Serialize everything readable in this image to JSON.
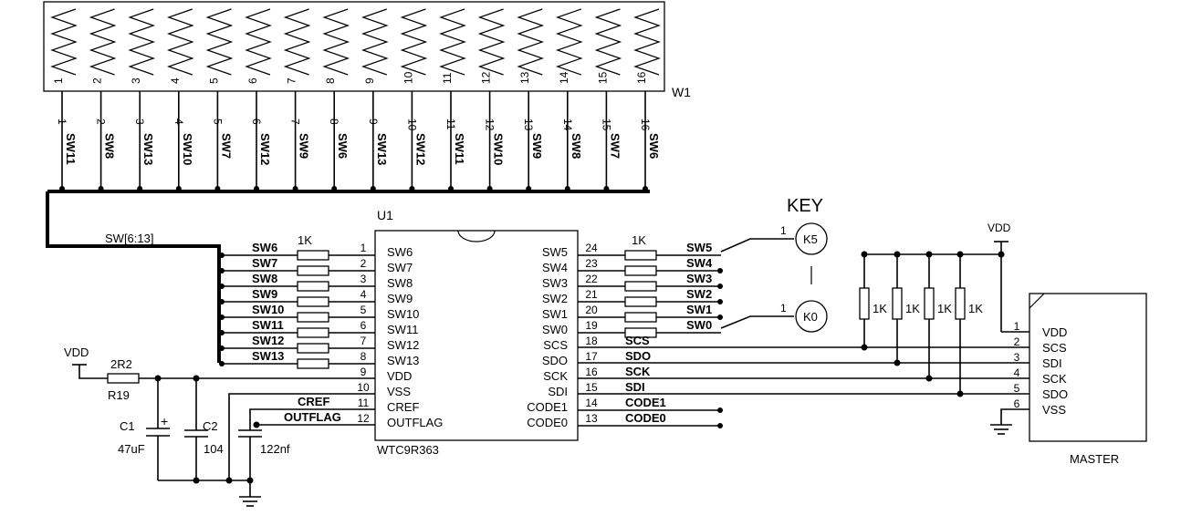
{
  "potentiometer": {
    "ref": "W1",
    "inner_pins": [
      "1",
      "2",
      "3",
      "4",
      "5",
      "6",
      "7",
      "8",
      "9",
      "10",
      "11",
      "12",
      "13",
      "14",
      "15",
      "16"
    ],
    "outer_pins": [
      "1",
      "2",
      "3",
      "4",
      "5",
      "6",
      "7",
      "8",
      "9",
      "10",
      "11",
      "12",
      "13",
      "14",
      "15",
      "16"
    ],
    "net_labels": [
      "SW11",
      "SW8",
      "SW13",
      "SW10",
      "SW7",
      "SW12",
      "SW9",
      "SW6",
      "SW13",
      "SW12",
      "SW11",
      "SW10",
      "SW9",
      "SW8",
      "SW7",
      "SW6"
    ]
  },
  "bus_label": "SW[6:13]",
  "chip": {
    "ref": "U1",
    "part": "WTC9R363",
    "left_pins": [
      {
        "num": "1",
        "name": "SW6",
        "net": "SW6"
      },
      {
        "num": "2",
        "name": "SW7",
        "net": "SW7"
      },
      {
        "num": "3",
        "name": "SW8",
        "net": "SW8"
      },
      {
        "num": "4",
        "name": "SW9",
        "net": "SW9"
      },
      {
        "num": "5",
        "name": "SW10",
        "net": "SW10"
      },
      {
        "num": "6",
        "name": "SW11",
        "net": "SW11"
      },
      {
        "num": "7",
        "name": "SW12",
        "net": "SW12"
      },
      {
        "num": "8",
        "name": "SW13",
        "net": "SW13"
      },
      {
        "num": "9",
        "name": "VDD",
        "net": ""
      },
      {
        "num": "10",
        "name": "VSS",
        "net": ""
      },
      {
        "num": "11",
        "name": "CREF",
        "net": "CREF"
      },
      {
        "num": "12",
        "name": "OUTFLAG",
        "net": "OUTFLAG"
      }
    ],
    "right_pins": [
      {
        "num": "24",
        "name": "SW5",
        "net": "SW5"
      },
      {
        "num": "23",
        "name": "SW4",
        "net": "SW4"
      },
      {
        "num": "22",
        "name": "SW3",
        "net": "SW3"
      },
      {
        "num": "21",
        "name": "SW2",
        "net": "SW2"
      },
      {
        "num": "20",
        "name": "SW1",
        "net": "SW1"
      },
      {
        "num": "19",
        "name": "SW0",
        "net": "SW0"
      },
      {
        "num": "18",
        "name": "SCS",
        "net": "SCS"
      },
      {
        "num": "17",
        "name": "SDO",
        "net": "SDO"
      },
      {
        "num": "16",
        "name": "SCK",
        "net": "SCK"
      },
      {
        "num": "15",
        "name": "SDI",
        "net": "SDI"
      },
      {
        "num": "14",
        "name": "CODE1",
        "net": "CODE1"
      },
      {
        "num": "13",
        "name": "CODE0",
        "net": "CODE0"
      }
    ]
  },
  "resistors": {
    "left_value": "1K",
    "right_value": "1K",
    "pullup_values": [
      "1K",
      "1K",
      "1K",
      "1K"
    ],
    "r19_value": "2R2",
    "r19_ref": "R19"
  },
  "capacitors": {
    "c1_ref": "C1",
    "c1_value": "47uF",
    "c1_plus": "+",
    "c2_ref": "C2",
    "c2_value": "104",
    "c3_value": "122nf"
  },
  "power": {
    "vdd_left": "VDD",
    "vdd_right": "VDD"
  },
  "keys": {
    "title": "KEY",
    "k5": "K5",
    "k0": "K0",
    "k5_pin": "1",
    "k0_pin": "1"
  },
  "master": {
    "label": "MASTER",
    "pins": [
      {
        "num": "1",
        "name": "VDD"
      },
      {
        "num": "2",
        "name": "SCS"
      },
      {
        "num": "3",
        "name": "SDI"
      },
      {
        "num": "4",
        "name": "SCK"
      },
      {
        "num": "5",
        "name": "SDO"
      },
      {
        "num": "6",
        "name": "VSS"
      }
    ]
  }
}
